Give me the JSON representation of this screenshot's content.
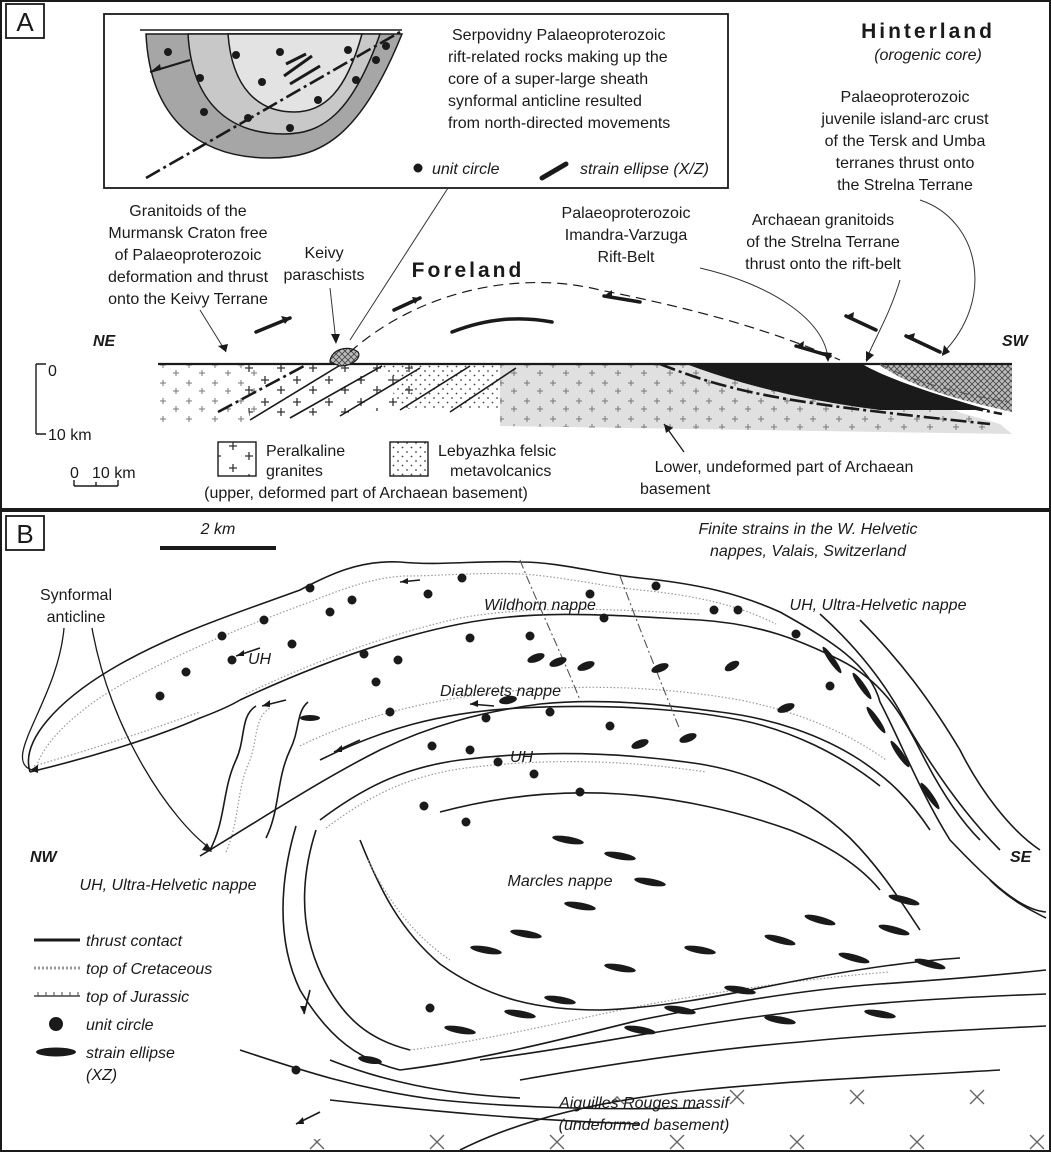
{
  "panel_a": {
    "letter": "A",
    "inset_text": [
      "Serpovidny Palaeoproterozoic",
      "rift-related rocks making up the",
      "core of a super-large sheath",
      "synformal anticline resulted",
      "from north-directed movements"
    ],
    "inset_legend": {
      "unit_circle": "unit circle",
      "strain_ellipse": "strain ellipse (X/Z)"
    },
    "hinterland_title": "Hinterland",
    "hinterland_sub": "(orogenic core)",
    "island_arc": [
      "Palaeoproterozoic",
      "juvenile island-arc crust",
      "of the Tersk and Umba",
      "terranes thrust onto",
      "the Strelna Terrane"
    ],
    "granitoids_murmansk": [
      "Granitoids of the",
      "Murmansk Craton free",
      "of Palaeoproterozoic",
      "deformation and thrust",
      "onto the Keivy Terrane"
    ],
    "keivy": [
      "Keivy",
      "paraschists"
    ],
    "foreland": "Foreland",
    "imandra": [
      "Palaeoproterozoic",
      "Imandra-Varzuga",
      "Rift-Belt"
    ],
    "archaean_strelna": [
      "Archaean granitoids",
      "of the Strelna Terrane",
      "thrust onto the rift-belt"
    ],
    "ne": "NE",
    "sw": "SW",
    "depth_top": "0",
    "depth_bottom": "10 km",
    "scale_zero": "0",
    "scale_ten": "10 km",
    "legend_peralkaline": [
      "Peralkaline",
      "granites"
    ],
    "legend_lebyazhka": [
      "Lebyazhka felsic",
      "metavolcanics"
    ],
    "legend_upper": "(upper, deformed part of Archaean basement)",
    "lower_basement": [
      "Lower, undeformed part of Archaean",
      "basement"
    ]
  },
  "panel_b": {
    "letter": "B",
    "scale": "2 km",
    "title": [
      "Finite strains in the W. Helvetic",
      "nappes, Valais, Switzerland"
    ],
    "uh_right": "UH, Ultra-Helvetic nappe",
    "synformal": [
      "Synformal",
      "anticline"
    ],
    "uh_top": "UH",
    "wildhorn": "Wildhorn nappe",
    "diablerets": "Diablerets nappe",
    "uh_mid": "UH",
    "nw": "NW",
    "se": "SE",
    "uh_left": "UH, Ultra-Helvetic nappe",
    "marcles": "Marcles nappe",
    "legend": {
      "thrust": "thrust contact",
      "cretaceous": "top of Cretaceous",
      "jurassic": "top of Jurassic",
      "unit_circle": "unit circle",
      "strain_ellipse": "strain ellipse",
      "xz": "(XZ)"
    },
    "aiguilles": [
      "Aiguilles Rouges massif",
      "(undeformed basement)"
    ]
  },
  "colors": {
    "ink": "#1a1a1a",
    "dark_gray": "#a6a6a6",
    "mid_gray": "#c8c8c8",
    "light_gray": "#e3e3e3",
    "paper": "#ffffff"
  }
}
